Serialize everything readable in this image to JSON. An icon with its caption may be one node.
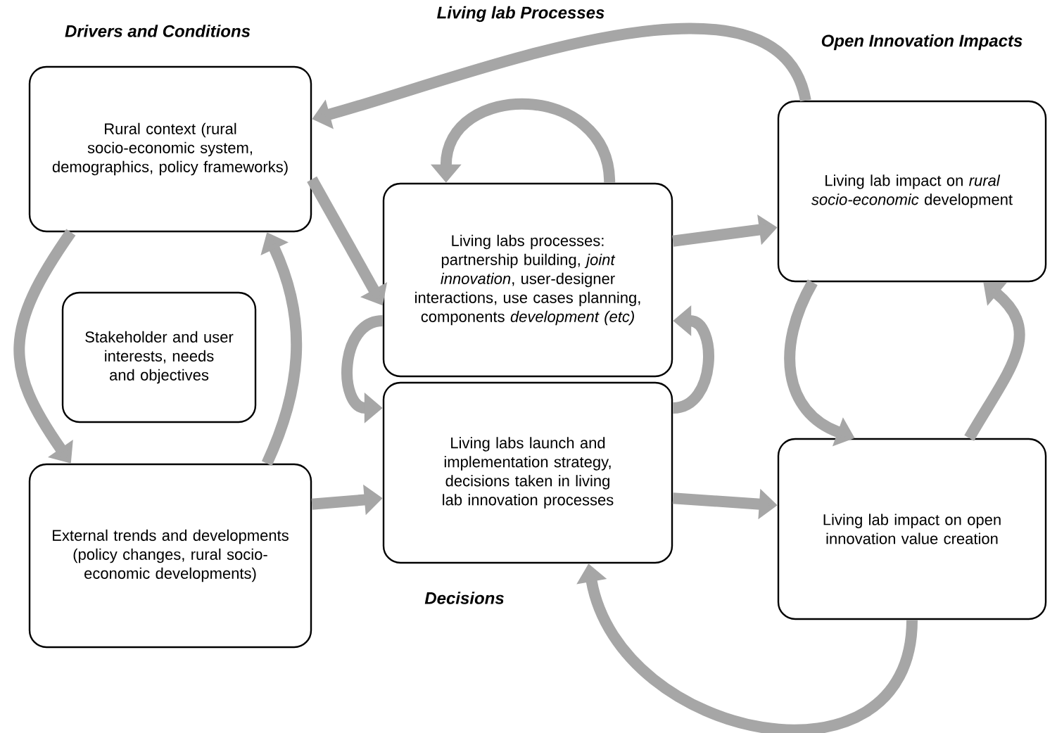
{
  "diagram": {
    "nodes": [
      {
        "text": [
          "Rural context (rural socio-economic system, demographics, policy frameworks)"
        ]
      },
      {
        "text": [
          "Stakeholder and user interests, needs and objectives"
        ]
      },
      {
        "text": [
          "External trends and developments (policy changes, rural socio-economic developments)"
        ]
      },
      {
        "text": [
          "Living labs processes: partnership building, *joint innovation*, user-designer interactions, use cases planning, components *development (etc)*"
        ]
      },
      {
        "text": [
          "Living labs launch and implementation strategy, decisions taken in living lab innovation processes"
        ]
      },
      {
        "text": [
          "Living lab impact on *rural socio-economic* development"
        ]
      },
      {
        "text": [
          "Living lab impact on open innovation value creation"
        ]
      }
    ],
    "edges": [
      {
        "from": 0,
        "to": 3,
        "arrow": "to"
      },
      {
        "from": 2,
        "to": 4,
        "arrow": "to"
      },
      {
        "from": 3,
        "to": 5,
        "arrow": "to"
      },
      {
        "from": 4,
        "to": 6,
        "arrow": "to"
      },
      {
        "from": 5,
        "to": 0,
        "arrow": "to"
      },
      {
        "from": 3,
        "to": 3,
        "arrow": "to"
      },
      {
        "from": 0,
        "to": 2,
        "arrow": "to"
      },
      {
        "from": 2,
        "to": 0,
        "arrow": "to"
      },
      {
        "from": 3,
        "to": 4,
        "arrow": "to"
      },
      {
        "from": 4,
        "to": 3,
        "arrow": "to"
      },
      {
        "from": 5,
        "to": 6,
        "arrow": "to"
      },
      {
        "from": 6,
        "to": 5,
        "arrow": "to"
      },
      {
        "from": 6,
        "to": 4,
        "arrow": "to"
      }
    ],
    "labels": [
      "Living lab Processes",
      "Drivers and Conditions",
      "Open Innovation Impacts",
      "Decisions"
    ]
  }
}
